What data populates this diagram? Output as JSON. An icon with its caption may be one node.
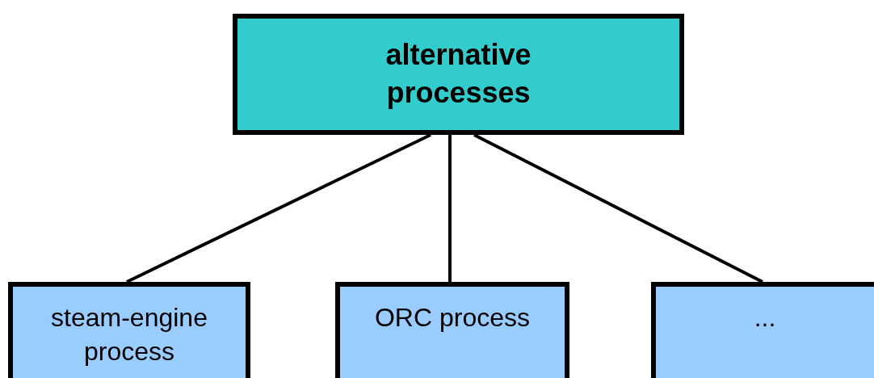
{
  "diagram": {
    "nodes": [
      {
        "text": [
          "alternative processes"
        ]
      },
      {
        "text": [
          "steam-engine process"
        ]
      },
      {
        "text": [
          "ORC process"
        ]
      },
      {
        "text": [
          "..."
        ]
      }
    ],
    "edges": [
      {
        "from": 0,
        "to": 1,
        "arrow": "none"
      },
      {
        "from": 0,
        "to": 2,
        "arrow": "none"
      },
      {
        "from": 0,
        "to": 3,
        "arrow": "none"
      }
    ]
  }
}
